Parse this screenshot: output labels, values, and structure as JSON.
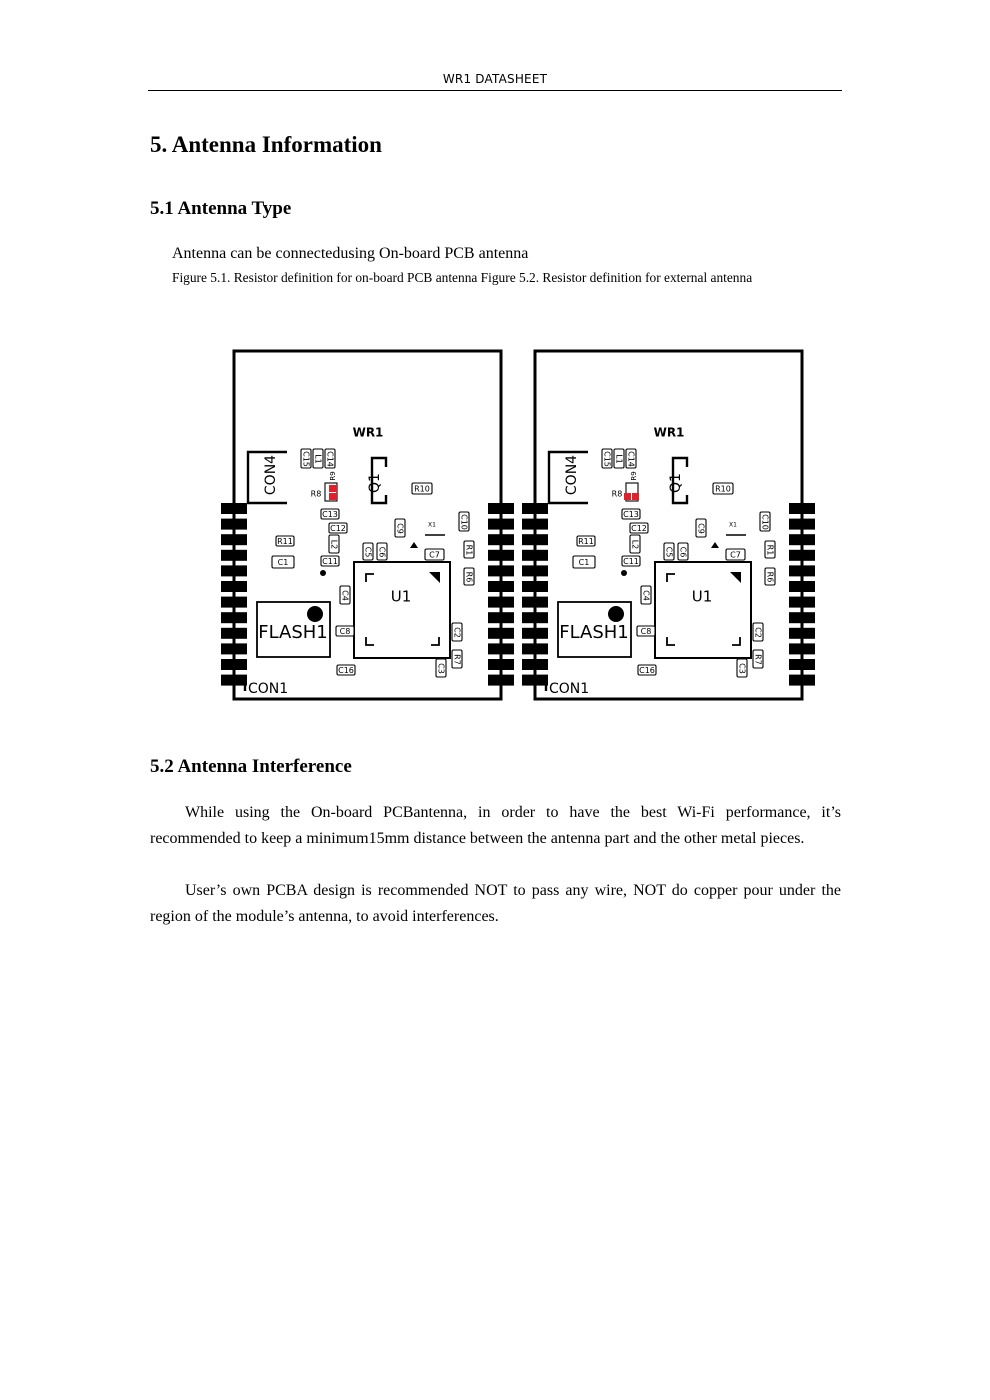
{
  "header": {
    "running_title": "WR1 DATASHEET"
  },
  "section": {
    "title": "5. Antenna Information"
  },
  "antenna_type": {
    "heading": "5.1 Antenna Type",
    "intro": "Antenna can be connectedusing On-board PCB antenna",
    "caption": "Figure 5.1. Resistor definition for on-board PCB antenna Figure 5.2. Resistor definition for external antenna"
  },
  "figure": {
    "module_label": "WR1",
    "labels": {
      "con4": "CON4",
      "con1": "CON1",
      "flash": "FLASH1",
      "u1": "U1",
      "q1": "Q1",
      "r8": "R8",
      "r9": "R9",
      "r10": "R10",
      "r11": "R11",
      "r1": "R1",
      "r6": "R6",
      "r7": "R7",
      "c1": "C1",
      "c2": "C2",
      "c3": "C3",
      "c4": "C4",
      "c5": "C5",
      "c6": "C6",
      "c7": "C7",
      "c8": "C8",
      "c9": "C9",
      "c10": "C10",
      "c11": "C11",
      "c12": "C12",
      "c13": "C13",
      "c14": "C14",
      "c15": "C15",
      "c16": "C16",
      "l1": "L1",
      "l2": "L2",
      "x1": "X1"
    },
    "highlight_color": "#e0202a"
  },
  "interference": {
    "heading": "5.2  Antenna Interference",
    "p1": "While using the On-board PCBantenna, in order to have the best Wi-Fi performance, it’s recommended to keep a minimum15mm distance between the antenna part and the other metal pieces.",
    "p2": "User’s own PCBA design is recommended NOT to pass any wire, NOT do copper pour under the region of the module’s antenna, to avoid interferences."
  }
}
